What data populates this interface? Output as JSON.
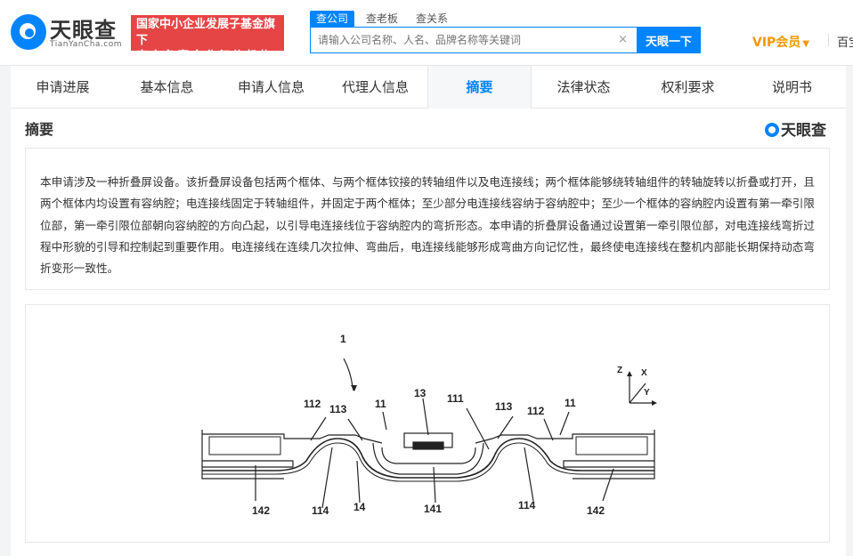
{
  "header": {
    "logo": {
      "brand": "天眼查",
      "domain": "TianYanCha.com"
    },
    "slogan": {
      "line1": "国家中小企业发展子基金旗下",
      "line2": "官方备案企业征信机构"
    },
    "search": {
      "tabs": [
        "查公司",
        "查老板",
        "查关系"
      ],
      "placeholder": "请输入公司名称、人名、品牌名称等关键词",
      "clear_icon": "×",
      "button_label": "天眼一下"
    },
    "vip_label": "VIP会员",
    "baike_label": "百宝"
  },
  "nav_tabs": [
    {
      "label": "申请进展",
      "active": false
    },
    {
      "label": "基本信息",
      "active": false
    },
    {
      "label": "申请人信息",
      "active": false
    },
    {
      "label": "代理人信息",
      "active": false
    },
    {
      "label": "摘要",
      "active": true
    },
    {
      "label": "法律状态",
      "active": false
    },
    {
      "label": "权利要求",
      "active": false
    },
    {
      "label": "说明书",
      "active": false
    }
  ],
  "section": {
    "title": "摘要",
    "watermark": "天眼查",
    "abstract": "本申请涉及一种折叠屏设备。该折叠屏设备包括两个框体、与两个框体铰接的转轴组件以及电连接线；两个框体能够绕转轴组件的转轴旋转以折叠或打开，且两个框体内均设置有容纳腔；电连接线固定于转轴组件，并固定于两个框体；至少部分电连接线容纳于容纳腔中；至少一个框体的容纳腔内设置有第一牵引限位部，第一牵引限位部朝向容纳腔的方向凸起，以引导电连接线位于容纳腔内的弯折形态。本申请的折叠屏设备通过设置第一牵引限位部，对电连接线弯折过程中形貌的引导和控制起到重要作用。电连接线在连续几次拉伸、弯曲后，电连接线能够形成弯曲方向记忆性，最终使电连接线在整机内部能长期保持动态弯折变形一致性。"
  },
  "figure": {
    "labels": {
      "main": "1",
      "l112": "112",
      "l113": "113",
      "l11a": "11",
      "l13": "13",
      "l111": "111",
      "r113": "113",
      "r112": "112",
      "r11": "11",
      "l142": "142",
      "l114": "114",
      "l14": "14",
      "l141": "141",
      "r114": "114",
      "r142": "142",
      "axis_z": "Z",
      "axis_x": "X",
      "axis_y": "Y"
    }
  },
  "colors": {
    "accent": "#0084ff",
    "slogan_bg": "#e64545",
    "vip": "#f39800"
  },
  "icons": {
    "logo": "tianyancha-logo-icon",
    "clear": "close-icon",
    "vip_caret": "caret-down-icon"
  }
}
